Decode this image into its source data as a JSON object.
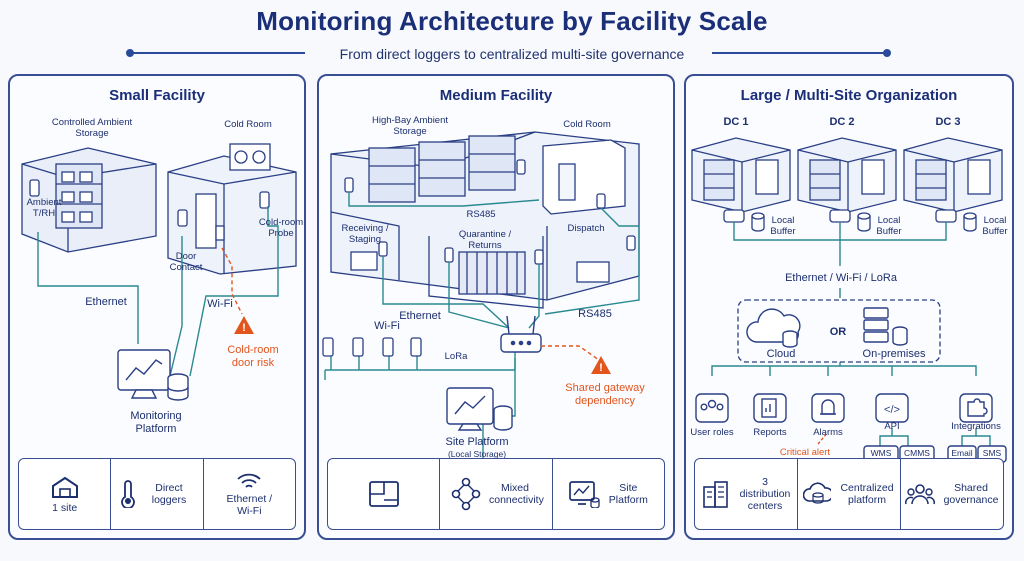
{
  "header": {
    "title": "Monitoring Architecture by Facility Scale",
    "subtitle": "From direct loggers to centralized multi-site governance"
  },
  "colors": {
    "ink": "#1c2f6e",
    "accent": "#2a4a9a",
    "teal": "#2a8a90",
    "alert": "#e2551d"
  },
  "small": {
    "title": "Small Facility",
    "ambient_storage": "Controlled Ambient Storage",
    "cold_room": "Cold Room",
    "ambient_sensor": "Ambient T/RH",
    "door_contact": "Door Contact",
    "cold_probe": "Cold-room Probe",
    "ethernet": "Ethernet",
    "wifi": "Wi-Fi",
    "risk": "Cold-room door risk",
    "platform": "Monitoring Platform",
    "footer": [
      {
        "icon": "warehouse-icon",
        "label": "1 site"
      },
      {
        "icon": "thermometer-icon",
        "label": "Direct loggers"
      },
      {
        "icon": "wifi-icon",
        "label": "Ethernet / Wi-Fi"
      }
    ]
  },
  "medium": {
    "title": "Medium Facility",
    "ambient_storage": "High-Bay Ambient Storage",
    "cold_room": "Cold Room",
    "rs485_top": "RS485",
    "receiving": "Receiving / Staging",
    "quarantine": "Quarantine / Returns",
    "dispatch": "Dispatch",
    "ethernet": "Ethernet",
    "wifi": "Wi-Fi",
    "rs485": "RS485",
    "lora": "LoRa",
    "risk": "Shared gateway dependency",
    "platform": "Site Platform",
    "platform_sub": "(Local Storage)",
    "footer": [
      {
        "icon": "floorplan-icon",
        "label": ""
      },
      {
        "icon": "network-icon",
        "label": "Mixed connectivity"
      },
      {
        "icon": "monitor-icon",
        "label": "Site Platform"
      }
    ]
  },
  "large": {
    "title": "Large / Multi-Site Organization",
    "sites": [
      "DC 1",
      "DC 2",
      "DC 3"
    ],
    "local_buffer": "Local Buffer",
    "links": "Ethernet / Wi-Fi / LoRa",
    "cloud": "Cloud",
    "or": "OR",
    "onprem": "On-premises",
    "features": [
      "User roles",
      "Reports",
      "Alarms",
      "API",
      "Integrations"
    ],
    "api_targets": [
      "WMS",
      "CMMS"
    ],
    "integration_targets": [
      "Email",
      "SMS"
    ],
    "risk": "Critical alert escalation",
    "footer": [
      {
        "icon": "buildings-icon",
        "label": "3 distribution centers"
      },
      {
        "icon": "cloud-db-icon",
        "label": "Centralized platform"
      },
      {
        "icon": "people-icon",
        "label": "Shared governance"
      }
    ]
  }
}
